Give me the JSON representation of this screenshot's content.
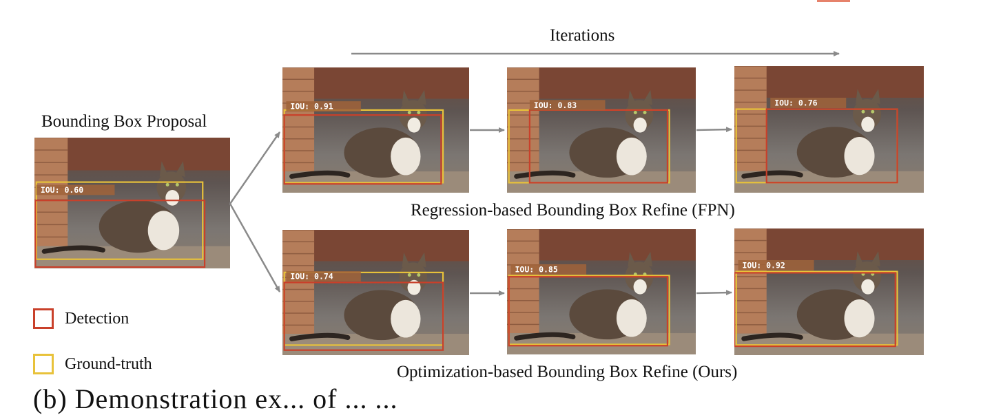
{
  "iterations_label": "Iterations",
  "proposal": {
    "title": "Bounding Box Proposal",
    "iou_label": "IOU: 0.60"
  },
  "fpn": {
    "caption": "Regression-based Bounding Box Refine (FPN)",
    "panels": [
      {
        "iou_label": "IOU: 0.91"
      },
      {
        "iou_label": "IOU: 0.83"
      },
      {
        "iou_label": "IOU: 0.76"
      }
    ]
  },
  "ours": {
    "caption": "Optimization-based Bounding Box Refine (Ours)",
    "panels": [
      {
        "iou_label": "IOU: 0.74"
      },
      {
        "iou_label": "IOU: 0.85"
      },
      {
        "iou_label": "IOU: 0.92"
      }
    ]
  },
  "legend": {
    "detection": {
      "label": "Detection",
      "color": "#c9402a"
    },
    "ground_truth": {
      "label": "Ground-truth",
      "color": "#e8c23a"
    }
  },
  "figure_caption": "(b) Demonstration ex... of ... ...",
  "colors": {
    "detection": "#c9402a",
    "ground_truth": "#e8c23a",
    "arrow": "#8a8a8a",
    "iou_tag": "#a0633a"
  }
}
